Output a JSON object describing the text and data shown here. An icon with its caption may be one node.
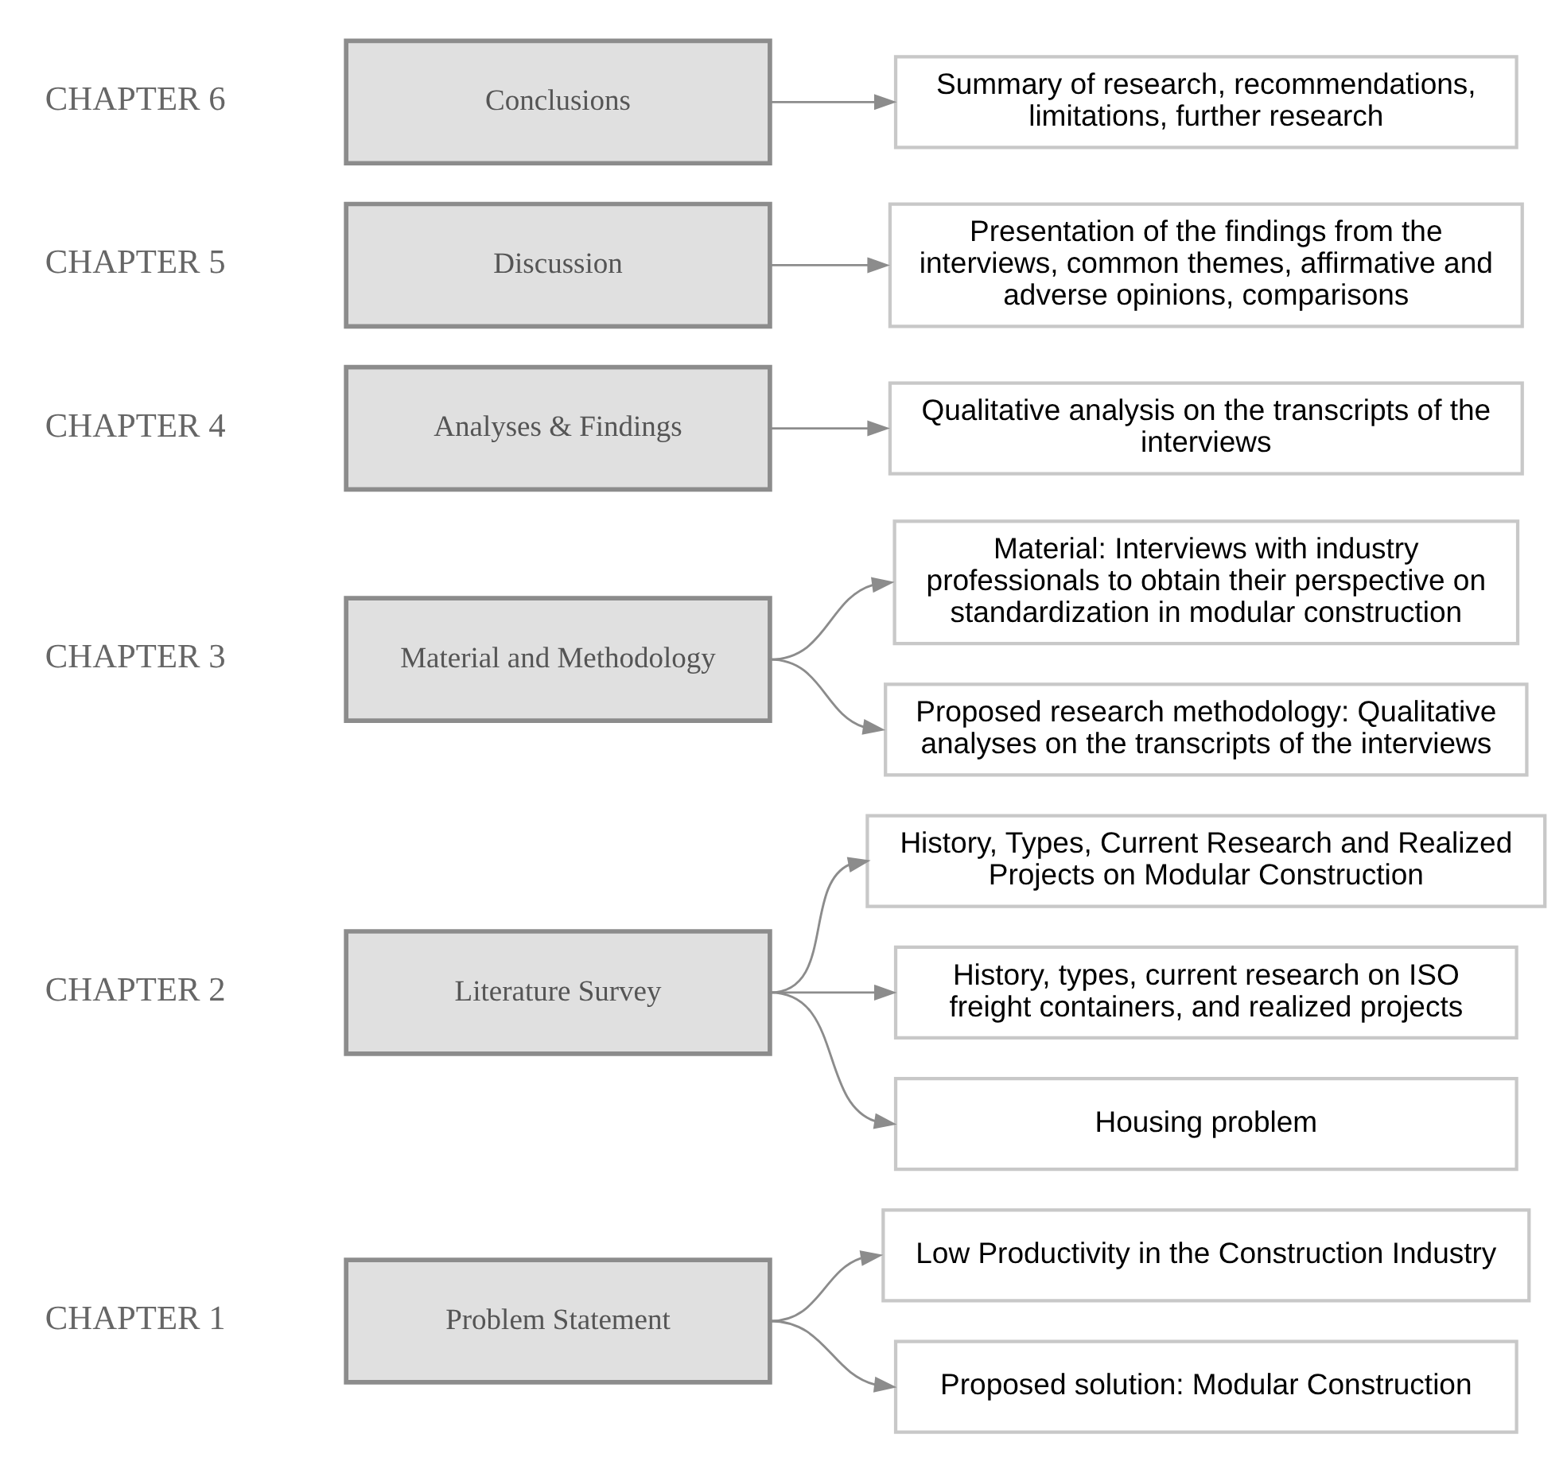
{
  "diagram": {
    "nodes": [
      {
        "text": [
          "Problem Statement"
        ]
      },
      {
        "text": [
          "Low Productivity in the Construction Industry"
        ]
      },
      {
        "text": [
          "Proposed solution: Modular Construction"
        ]
      },
      {
        "text": [
          "Literature Survey"
        ]
      },
      {
        "text": [
          "History, Types, Current Research and Realized Projects on Modular Construction"
        ]
      },
      {
        "text": [
          "History, types, current research on ISO freight containers, and realized projects"
        ]
      },
      {
        "text": [
          "Housing problem"
        ]
      },
      {
        "text": [
          "Material and Methodology"
        ]
      },
      {
        "text": [
          "Material: Interviews with industry professionals to obtain their perspective on standardization in modular construction"
        ]
      },
      {
        "text": [
          "Proposed research methodology: Qualitative analyses on the transcripts of the interviews"
        ]
      },
      {
        "text": [
          "Analyses & Findings"
        ]
      },
      {
        "text": [
          "Qualitative analysis on the transcripts of the interviews"
        ]
      },
      {
        "text": [
          "Discussion"
        ]
      },
      {
        "text": [
          "Presentation of the findings from the interviews, common themes, affirmative and adverse opinions, comparisons"
        ]
      },
      {
        "text": [
          "Conclusions"
        ]
      },
      {
        "text": [
          "Summary of research, recommendations, limitations, further research"
        ]
      }
    ],
    "edges": [
      {
        "from": 0,
        "to": 1,
        "arrow": "to"
      },
      {
        "from": 0,
        "to": 2,
        "arrow": "to"
      },
      {
        "from": 3,
        "to": 4,
        "arrow": "to"
      },
      {
        "from": 3,
        "to": 5,
        "arrow": "to"
      },
      {
        "from": 3,
        "to": 6,
        "arrow": "to"
      },
      {
        "from": 7,
        "to": 8,
        "arrow": "to"
      },
      {
        "from": 7,
        "to": 9,
        "arrow": "to"
      },
      {
        "from": 10,
        "to": 11,
        "arrow": "to"
      },
      {
        "from": 12,
        "to": 13,
        "arrow": "to"
      },
      {
        "from": 14,
        "to": 15,
        "arrow": "to"
      }
    ],
    "labels": [
      "CHAPTER 1",
      "CHAPTER 2",
      "CHAPTER 3",
      "CHAPTER 4",
      "CHAPTER 5",
      "CHAPTER 6"
    ]
  }
}
